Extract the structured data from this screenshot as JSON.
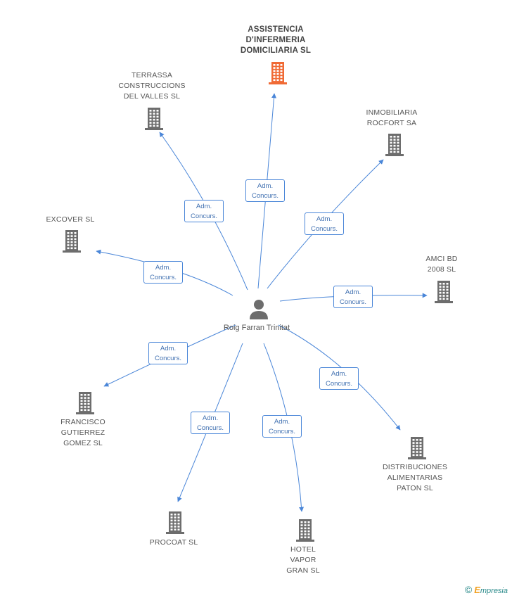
{
  "center": {
    "name": "Roig Farran Trinitat"
  },
  "nodes": [
    {
      "id": "assistencia",
      "label": "ASSISTENCIA\nD'INFERMERIA\nDOMICILIARIA SL",
      "highlight": true,
      "color": "#f06a35"
    },
    {
      "id": "terrassa",
      "label": "TERRASSA\nCONSTRUCCIONS\nDEL VALLES  SL",
      "highlight": false,
      "color": "#6d6d6d"
    },
    {
      "id": "inmobiliaria",
      "label": "INMOBILIARIA\nROCFORT SA",
      "highlight": false,
      "color": "#6d6d6d"
    },
    {
      "id": "excover",
      "label": "EXCOVER  SL",
      "highlight": false,
      "color": "#6d6d6d"
    },
    {
      "id": "amci",
      "label": "AMCI BD\n2008 SL",
      "highlight": false,
      "color": "#6d6d6d"
    },
    {
      "id": "francisco",
      "label": "FRANCISCO\nGUTIERREZ\nGOMEZ SL",
      "highlight": false,
      "color": "#6d6d6d"
    },
    {
      "id": "distribuciones",
      "label": "DISTRIBUCIONES\nALIMENTARIAS\nPATON SL",
      "highlight": false,
      "color": "#6d6d6d"
    },
    {
      "id": "procoat",
      "label": "PROCOAT SL",
      "highlight": false,
      "color": "#6d6d6d"
    },
    {
      "id": "hotel",
      "label": "HOTEL\nVAPOR\nGRAN SL",
      "highlight": false,
      "color": "#6d6d6d"
    }
  ],
  "relation": {
    "line1": "Adm.",
    "line2": "Concurs."
  },
  "edge_color": "#4a86d8",
  "person_color": "#6d6d6d",
  "footer": {
    "copyright": "©",
    "brand_initial": "E",
    "brand_rest": "mpresia"
  }
}
